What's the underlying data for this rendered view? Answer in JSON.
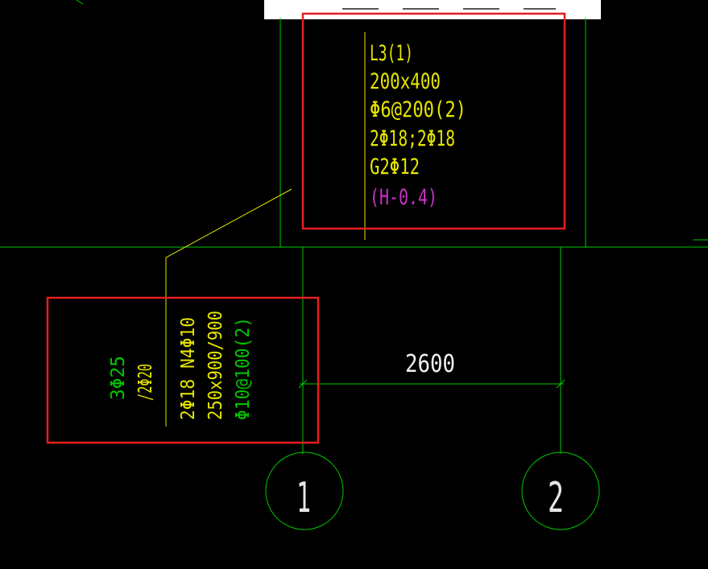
{
  "colors": {
    "background": "#000000",
    "grid_line": "#00c800",
    "annotation_yellow": "#e6e600",
    "annotation_green": "#00c800",
    "annotation_magenta": "#c832c8",
    "dimension_text": "#f0f0f0",
    "highlight_red": "#e61e1e",
    "white_block": "#ffffff"
  },
  "beam_annotation": {
    "lines": [
      "L3(1)",
      "200x400",
      "Φ6@200(2)",
      "2Φ18;2Φ18",
      "G2Φ12"
    ],
    "elevation": "(H-0.4)"
  },
  "column_annotation": {
    "top_rebar": "3Φ25",
    "bottom_rebar": "/2Φ20",
    "rebar_line": "2Φ18 N4Φ10",
    "size_line": "250x900/900",
    "stirrup_line": "Φ10@100(2)"
  },
  "dimension": {
    "value": "2600"
  },
  "axes": [
    {
      "label": "1"
    },
    {
      "label": "2"
    }
  ]
}
